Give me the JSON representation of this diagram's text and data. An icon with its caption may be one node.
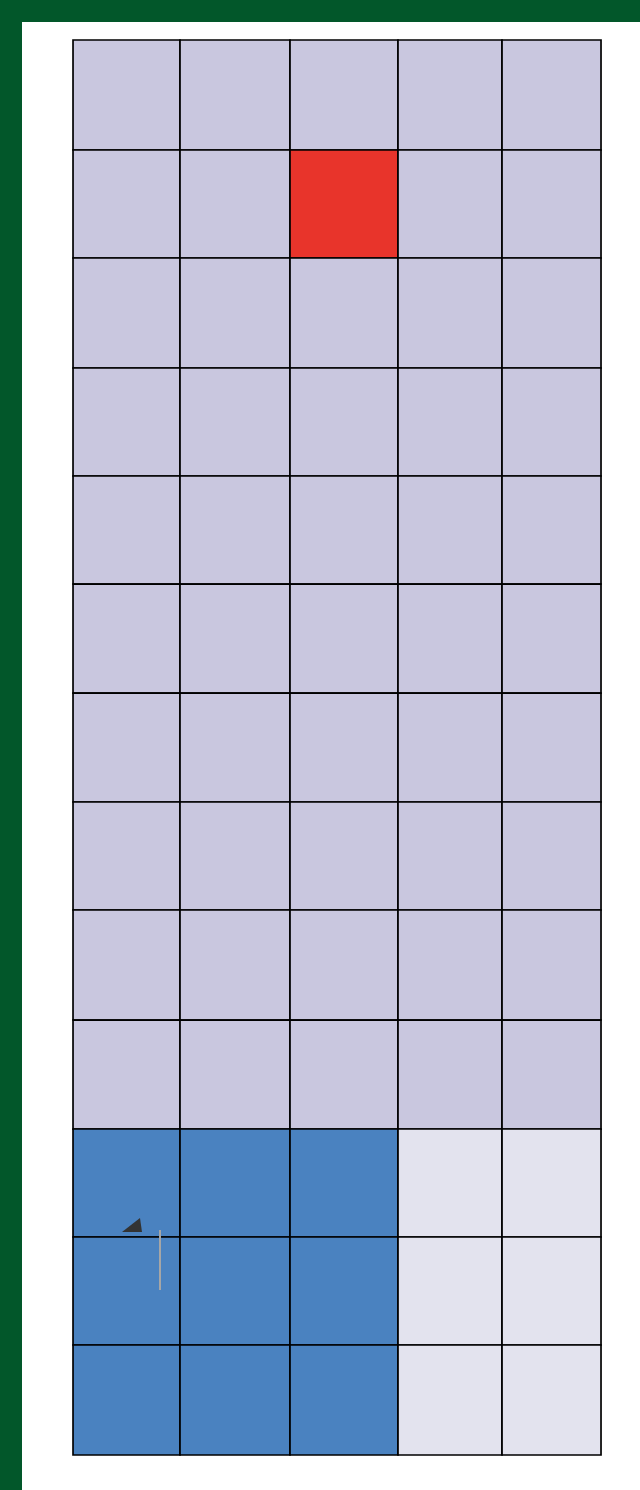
{
  "diagram": {
    "nodes": [
      {
        "text": [],
        "shape": "box"
      },
      {
        "text": [],
        "shape": "box"
      },
      {
        "text": [],
        "shape": "box"
      },
      {
        "text": [],
        "shape": "box"
      },
      {
        "text": [],
        "shape": "box"
      },
      {
        "text": [],
        "shape": "box"
      },
      {
        "text": [],
        "shape": "box"
      },
      {
        "text": [],
        "shape": "box"
      },
      {
        "text": [],
        "shape": "box"
      },
      {
        "text": [],
        "shape": "box"
      },
      {
        "text": [],
        "shape": "box"
      },
      {
        "text": [],
        "shape": "box"
      },
      {
        "text": [],
        "shape": "box"
      },
      {
        "text": [],
        "shape": "box"
      },
      {
        "text": [],
        "shape": "box"
      },
      {
        "text": [],
        "shape": "box"
      },
      {
        "text": [],
        "shape": "box"
      },
      {
        "text": [],
        "shape": "box"
      },
      {
        "text": [],
        "shape": "box"
      },
      {
        "text": [],
        "shape": "box"
      },
      {
        "text": [],
        "shape": "box"
      },
      {
        "text": [],
        "shape": "box"
      },
      {
        "text": [],
        "shape": "box"
      },
      {
        "text": [],
        "shape": "box"
      },
      {
        "text": [],
        "shape": "box"
      },
      {
        "text": [],
        "shape": "box"
      },
      {
        "text": [],
        "shape": "box"
      },
      {
        "text": [],
        "shape": "box"
      },
      {
        "text": [],
        "shape": "box"
      },
      {
        "text": [],
        "shape": "box"
      },
      {
        "text": [],
        "shape": "box"
      },
      {
        "text": [],
        "shape": "box"
      },
      {
        "text": [],
        "shape": "box"
      },
      {
        "text": [],
        "shape": "box"
      },
      {
        "text": [],
        "shape": "box"
      },
      {
        "text": [],
        "shape": "box"
      },
      {
        "text": [],
        "shape": "box"
      },
      {
        "text": [],
        "shape": "box"
      },
      {
        "text": [],
        "shape": "box"
      },
      {
        "text": [],
        "shape": "box"
      },
      {
        "text": [],
        "shape": "box"
      },
      {
        "text": [],
        "shape": "box"
      },
      {
        "text": [],
        "shape": "box"
      },
      {
        "text": [],
        "shape": "box"
      },
      {
        "text": [],
        "shape": "box"
      },
      {
        "text": [],
        "shape": "box"
      },
      {
        "text": [],
        "shape": "box"
      },
      {
        "text": [],
        "shape": "box"
      },
      {
        "text": [],
        "shape": "box"
      },
      {
        "text": [],
        "shape": "box"
      },
      {
        "text": [],
        "shape": "box"
      },
      {
        "text": [],
        "shape": "box"
      },
      {
        "text": [],
        "shape": "box"
      },
      {
        "text": [],
        "shape": "box"
      },
      {
        "text": [],
        "shape": "box"
      },
      {
        "text": [],
        "shape": "box"
      },
      {
        "text": [],
        "shape": "box"
      },
      {
        "text": [],
        "shape": "box"
      },
      {
        "text": [],
        "shape": "box"
      },
      {
        "text": [],
        "shape": "box"
      },
      {
        "text": [],
        "shape": "box"
      },
      {
        "text": [],
        "shape": "box"
      },
      {
        "text": [],
        "shape": "box"
      },
      {
        "text": [],
        "shape": "box"
      },
      {
        "text": [],
        "shape": "box"
      }
    ]
  }
}
